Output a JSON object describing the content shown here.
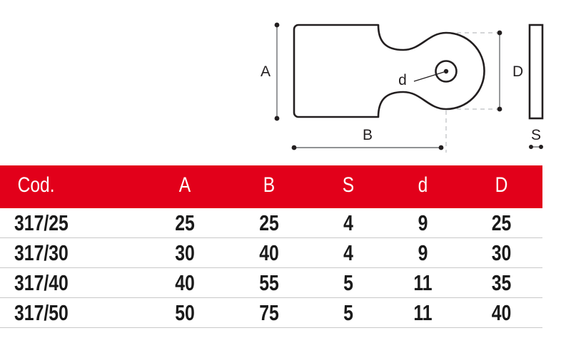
{
  "drawing": {
    "title": "bracket-dimension-drawing",
    "labels": {
      "a": "A",
      "b": "B",
      "s": "S",
      "d_small": "d",
      "d_large": "D"
    },
    "colors": {
      "outline": "#231f20",
      "dimension_line": "#6d6e71",
      "construction_line": "#bcbec0"
    }
  },
  "table": {
    "accent_color": "#e2001a",
    "headers": [
      "Cod.",
      "A",
      "B",
      "S",
      "d",
      "D"
    ],
    "rows": [
      {
        "cod": "317/25",
        "A": "25",
        "B": "25",
        "S": "4",
        "d": "9",
        "D": "25"
      },
      {
        "cod": "317/30",
        "A": "30",
        "B": "40",
        "S": "4",
        "d": "9",
        "D": "30"
      },
      {
        "cod": "317/40",
        "A": "40",
        "B": "55",
        "S": "5",
        "d": "11",
        "D": "35"
      },
      {
        "cod": "317/50",
        "A": "50",
        "B": "75",
        "S": "5",
        "d": "11",
        "D": "40"
      }
    ]
  }
}
